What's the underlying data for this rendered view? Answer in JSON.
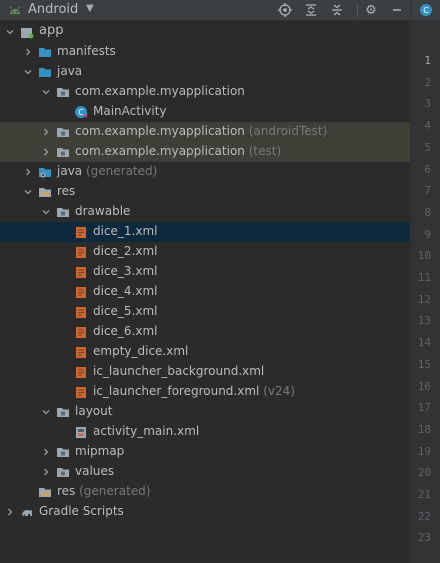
{
  "toolbar": {
    "view": "Android",
    "icons": [
      "android-icon",
      "caret-down-icon",
      "locate-icon",
      "expand-all-icon",
      "collapse-all-icon",
      "gear-icon",
      "minimize-icon"
    ]
  },
  "tree": [
    {
      "label": "app",
      "suffix": "",
      "icon": "module",
      "chevron": "open",
      "indent": 0
    },
    {
      "label": "manifests",
      "suffix": "",
      "icon": "folder-blue",
      "chevron": "closed",
      "indent": 1
    },
    {
      "label": "java",
      "suffix": "",
      "icon": "folder-blue",
      "chevron": "open",
      "indent": 1
    },
    {
      "label": "com.example.myapplication",
      "suffix": "",
      "icon": "package",
      "chevron": "open",
      "indent": 2
    },
    {
      "label": "MainActivity",
      "suffix": "",
      "icon": "kotlin-class",
      "chevron": "none",
      "indent": 3
    },
    {
      "label": "com.example.myapplication",
      "suffix": "(androidTest)",
      "icon": "package",
      "chevron": "closed",
      "indent": 2,
      "highlight": true
    },
    {
      "label": "com.example.myapplication",
      "suffix": "(test)",
      "icon": "package",
      "chevron": "closed",
      "indent": 2,
      "highlight": true
    },
    {
      "label": "java",
      "suffix": "(generated)",
      "icon": "folder-gen",
      "chevron": "closed",
      "indent": 1
    },
    {
      "label": "res",
      "suffix": "",
      "icon": "folder-res",
      "chevron": "open",
      "indent": 1
    },
    {
      "label": "drawable",
      "suffix": "",
      "icon": "package",
      "chevron": "open",
      "indent": 2
    },
    {
      "label": "dice_1.xml",
      "suffix": "",
      "icon": "xml",
      "chevron": "none",
      "indent": 3,
      "selected": true
    },
    {
      "label": "dice_2.xml",
      "suffix": "",
      "icon": "xml",
      "chevron": "none",
      "indent": 3
    },
    {
      "label": "dice_3.xml",
      "suffix": "",
      "icon": "xml",
      "chevron": "none",
      "indent": 3
    },
    {
      "label": "dice_4.xml",
      "suffix": "",
      "icon": "xml",
      "chevron": "none",
      "indent": 3
    },
    {
      "label": "dice_5.xml",
      "suffix": "",
      "icon": "xml",
      "chevron": "none",
      "indent": 3
    },
    {
      "label": "dice_6.xml",
      "suffix": "",
      "icon": "xml",
      "chevron": "none",
      "indent": 3
    },
    {
      "label": "empty_dice.xml",
      "suffix": "",
      "icon": "xml",
      "chevron": "none",
      "indent": 3
    },
    {
      "label": "ic_launcher_background.xml",
      "suffix": "",
      "icon": "xml",
      "chevron": "none",
      "indent": 3
    },
    {
      "label": "ic_launcher_foreground.xml",
      "suffix": "(v24)",
      "icon": "xml",
      "chevron": "none",
      "indent": 3
    },
    {
      "label": "layout",
      "suffix": "",
      "icon": "package",
      "chevron": "open",
      "indent": 2
    },
    {
      "label": "activity_main.xml",
      "suffix": "",
      "icon": "layout-xml",
      "chevron": "none",
      "indent": 3
    },
    {
      "label": "mipmap",
      "suffix": "",
      "icon": "package",
      "chevron": "closed",
      "indent": 2
    },
    {
      "label": "values",
      "suffix": "",
      "icon": "package",
      "chevron": "closed",
      "indent": 2
    },
    {
      "label": "res",
      "suffix": "(generated)",
      "icon": "folder-res",
      "chevron": "none",
      "indent": 1
    },
    {
      "label": "Gradle Scripts",
      "suffix": "",
      "icon": "gradle",
      "chevron": "closed",
      "indent": 0
    }
  ],
  "line_numbers": [
    "1",
    "2",
    "3",
    "4",
    "5",
    "6",
    "7",
    "8",
    "9",
    "10",
    "11",
    "12",
    "13",
    "14",
    "15",
    "16",
    "17",
    "18",
    "19",
    "20",
    "21",
    "22",
    "23"
  ],
  "current_line": "1",
  "colors": {
    "background": "#2b2b2b",
    "toolbar": "#3c3f41",
    "selection": "#0d293e",
    "highlight": "#3e4038",
    "text": "#bbbbbb",
    "muted": "#787878",
    "folder_blue": "#3592c4",
    "xml_orange": "#d0662f"
  }
}
